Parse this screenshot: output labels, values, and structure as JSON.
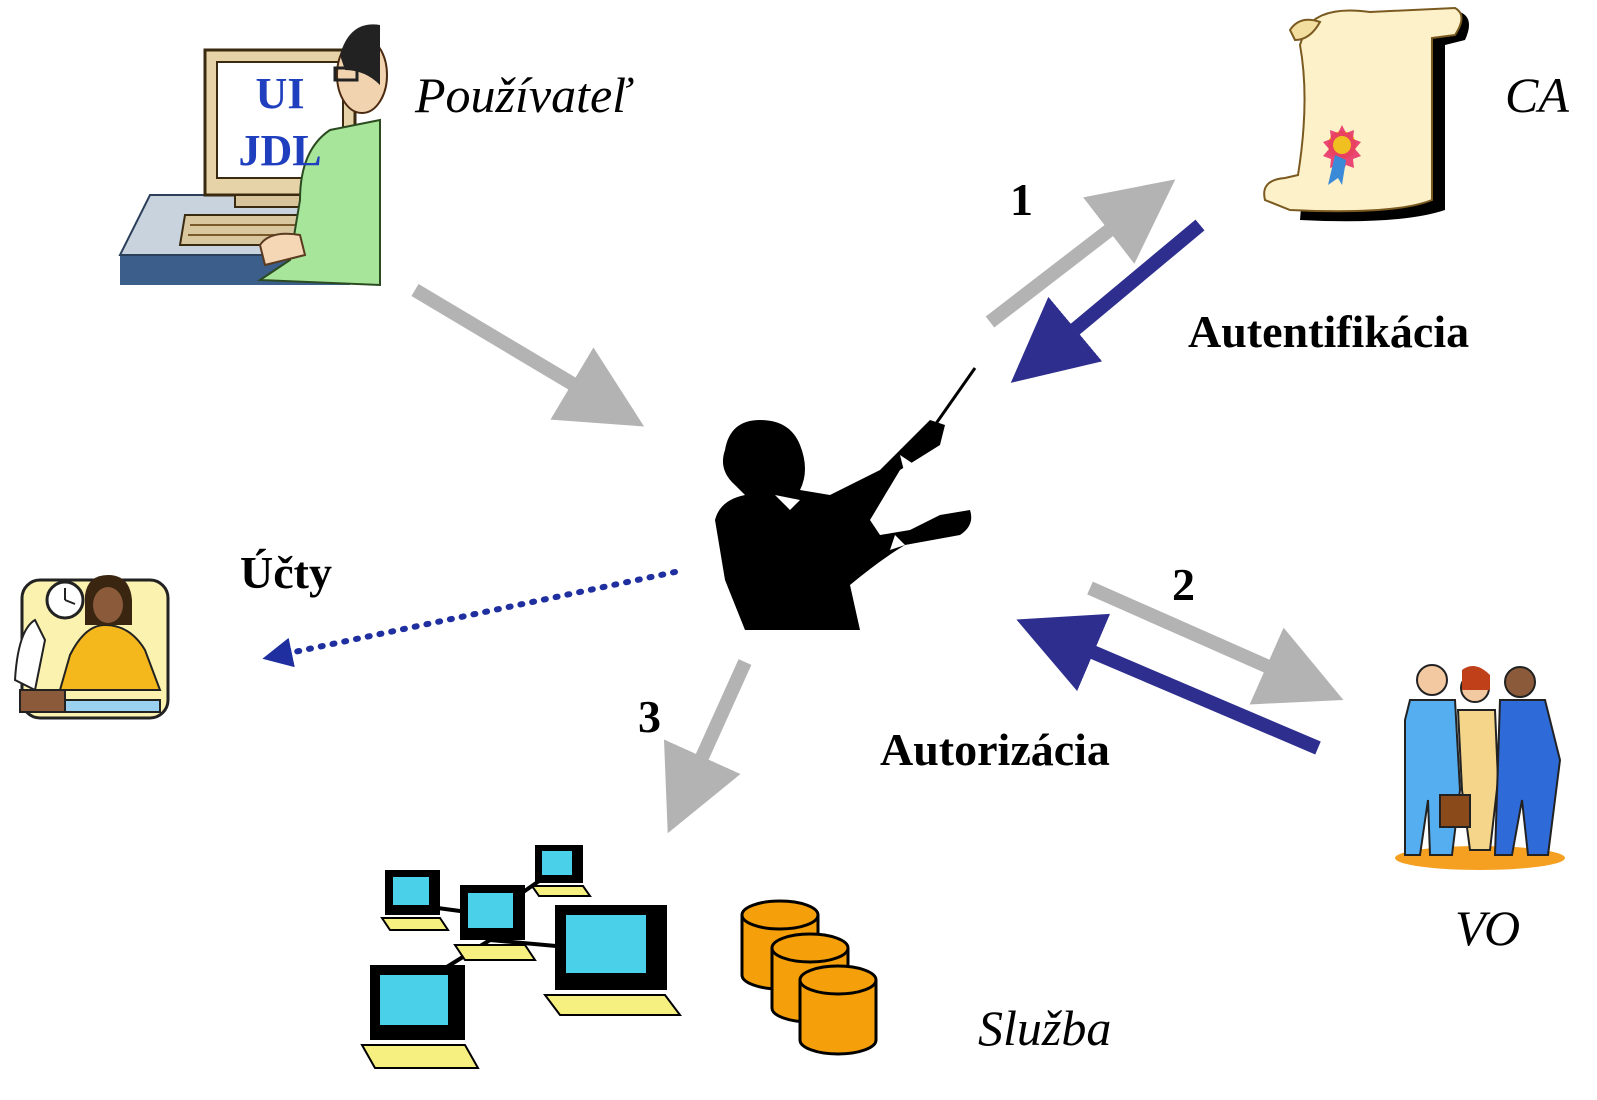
{
  "labels": {
    "user": "Používateľ",
    "ca": "CA",
    "vo": "VO",
    "service": "Služba",
    "accounts": "Účty",
    "authentication": "Autentifikácia",
    "authorization": "Autorizácia",
    "step1": "1",
    "step2": "2",
    "step3": "3"
  },
  "user_screen": {
    "line1": "UI",
    "line2": "JDL"
  },
  "colors": {
    "request_arrow": "#b3b3b3",
    "response_arrow": "#2e2e8f",
    "accounts_arrow": "#1f2f9f"
  },
  "icons": {
    "user": "computer-user-icon",
    "ca": "certificate-scroll-icon",
    "broker": "conductor-icon",
    "accounts": "accountant-icon",
    "vo": "people-group-icon",
    "service": "computer-network-icon",
    "storage": "database-icon"
  }
}
